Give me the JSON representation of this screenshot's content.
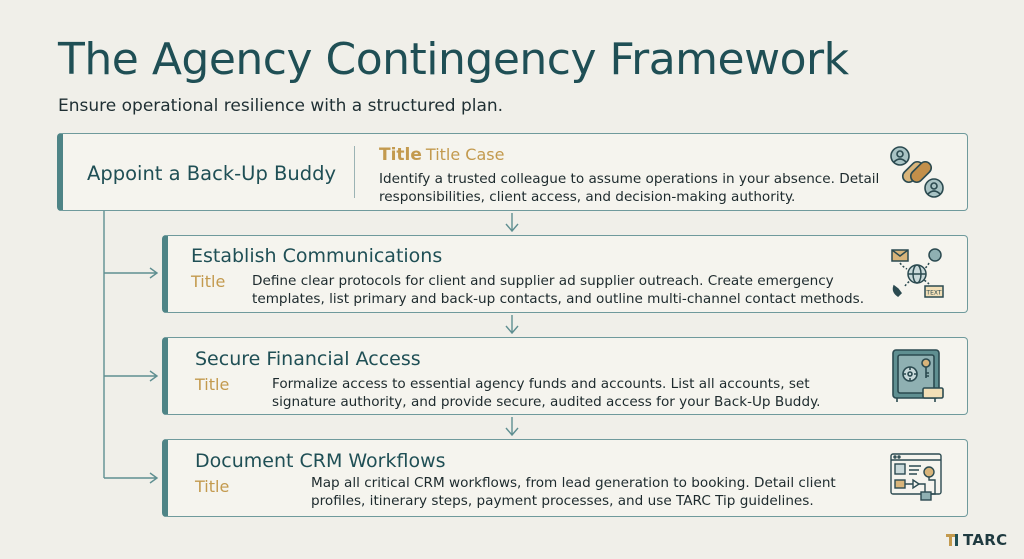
{
  "header": {
    "title": "The Agency Contingency Framework",
    "subtitle": "Ensure operational resilience with a structured plan."
  },
  "steps": [
    {
      "title": "Appoint a Back-Up Buddy",
      "tag_bold": "Title",
      "tag": "Title Case",
      "description": "Identify a trusted colleague to assume operations in your absence. Detail responsibilities, client access, and decision-making authority.",
      "icon": "linked-people-icon"
    },
    {
      "title": "Establish Communications",
      "tag": "Title",
      "description": "Define clear protocols for client and supplier ad supplier outreach. Create emergency templates, list primary and back-up contacts, and outline multi-channel contact methods.",
      "icon": "communication-channels-icon",
      "icon_text": "TEXT"
    },
    {
      "title": "Secure Financial Access",
      "tag": "Title",
      "description": "Formalize access to essential agency funds and accounts. List all accounts, set signature authority, and provide secure, audited access for your Back-Up Buddy.",
      "icon": "safe-icon"
    },
    {
      "title": "Document CRM Workflows",
      "tag": "Title",
      "description": "Map all critical CRM workflows, from lead generation to booking. Detail client profiles, itinerary steps, payment processes, and use TARC Tip guidelines.",
      "icon": "workflow-diagram-icon"
    }
  ],
  "brand": {
    "name": "TARC",
    "icon": "tarc-logo-icon"
  },
  "colors": {
    "background": "#f0efe9",
    "title": "#1f4f55",
    "accent_teal": "#4e8486",
    "accent_gold": "#c39a4e"
  }
}
